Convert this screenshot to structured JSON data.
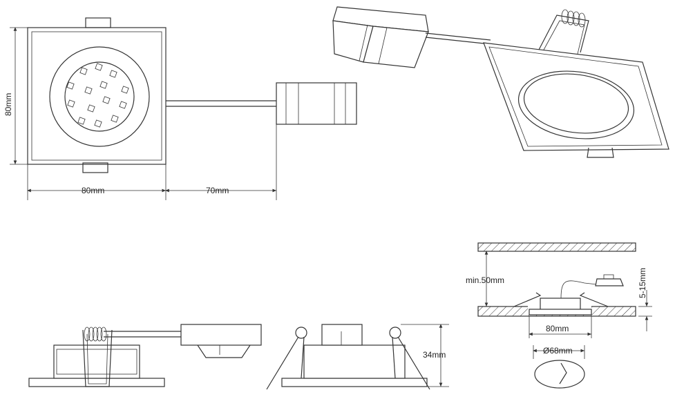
{
  "top_view": {
    "width_label": "80mm",
    "height_label": "80mm",
    "cable_label": "70mm"
  },
  "install_view": {
    "clearance_label": "min.50mm",
    "ceiling_label": "5-15mm",
    "cutout_label": "80mm",
    "diameter_label": "Ø68mm"
  },
  "side_view": {
    "height_label": "34mm"
  }
}
